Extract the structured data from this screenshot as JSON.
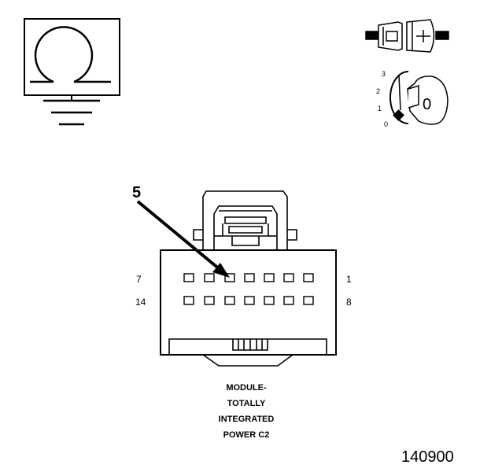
{
  "diagram": {
    "callout": "5",
    "pin_labels": {
      "top_left": "7",
      "top_right": "1",
      "bottom_left": "14",
      "bottom_right": "8"
    },
    "ignition_positions": [
      "3",
      "2",
      "1",
      "0"
    ],
    "key_label": "0",
    "caption_lines": [
      "MODULE-",
      "TOTALLY",
      "INTEGRATED",
      "POWER C2"
    ],
    "figure_number": "140900"
  },
  "colors": {
    "ink": "#000000",
    "background": "#ffffff"
  },
  "icons": [
    "ohm-ground-symbol-icon",
    "connector-plug-icon",
    "ignition-key-switch-icon"
  ]
}
